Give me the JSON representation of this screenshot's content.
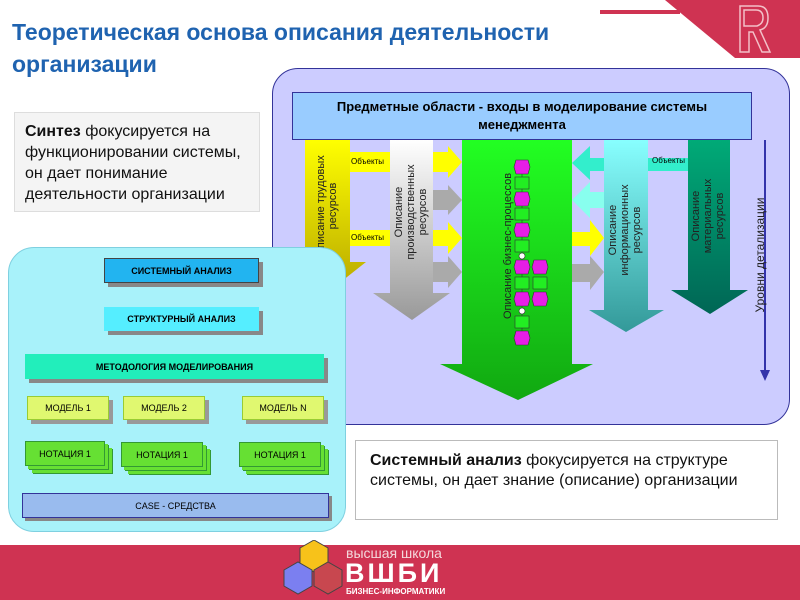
{
  "header": {
    "title": "Теоретическая основа описания деятельности организации"
  },
  "synthesis": {
    "bold": "Синтез",
    "text": " фокусируется на функционировании системы, он дает понимание деятельности организации"
  },
  "diagram": {
    "header": "Предметные области - входы в моделирование системы менеджмента",
    "objects_label": "Объекты",
    "arrows": [
      "Описание трудовых ресурсов",
      "Описание производственных ресурсов",
      "Описание бизнес-процессов",
      "Описание информационных ресурсов",
      "Описание материальных ресурсов"
    ],
    "detail_levels": "Уровни детализации"
  },
  "hierarchy": {
    "system_analysis": "СИСТЕМНЫЙ АНАЛИЗ",
    "structural_analysis": "СТРУКТУРНЫЙ АНАЛИЗ",
    "methodology": "МЕТОДОЛОГИЯ МОДЕЛИРОВАНИЯ",
    "models": [
      "МОДЕЛЬ 1",
      "МОДЕЛЬ 2",
      "МОДЕЛЬ N"
    ],
    "notations": [
      "НОТАЦИЯ 1",
      "НОТАЦИЯ 1",
      "НОТАЦИЯ 1"
    ],
    "case": "CASE - СРЕДСТВА"
  },
  "system_analysis_note": {
    "bold": "Системный анализ",
    "text": " фокусируется на структуре системы, он дает знание (описание) организации"
  },
  "footer": {
    "line1": "высшая школа",
    "line2": "ВШБИ",
    "line3": "БИЗНЕС-ИНФОРМАТИКИ"
  },
  "colors": {
    "brand_red": "#cf3352",
    "title_blue": "#1f63b0"
  }
}
